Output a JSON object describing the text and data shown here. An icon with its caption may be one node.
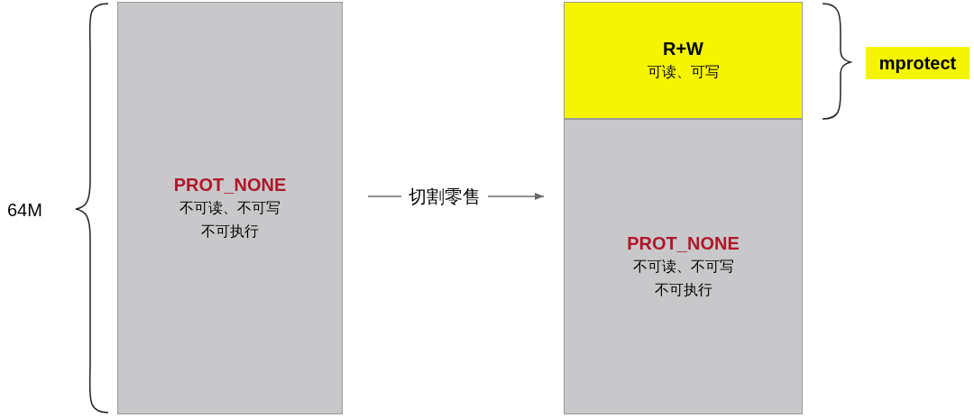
{
  "diagram": {
    "nodes": [
      {
        "text": [
          "PROT_NONE",
          "不可读、不可写不可执行"
        ]
      },
      {
        "text": [
          "R+W",
          "可读、可写"
        ]
      },
      {
        "text": [
          "PROT_NONE",
          "不可读、不可写不可执行"
        ]
      },
      {
        "text": [
          "mprotect"
        ]
      }
    ],
    "edges": [
      {
        "from": 0,
        "to": 2,
        "arrow": "to",
        "label": "切割零售"
      }
    ],
    "labels": [
      "64M"
    ]
  }
}
